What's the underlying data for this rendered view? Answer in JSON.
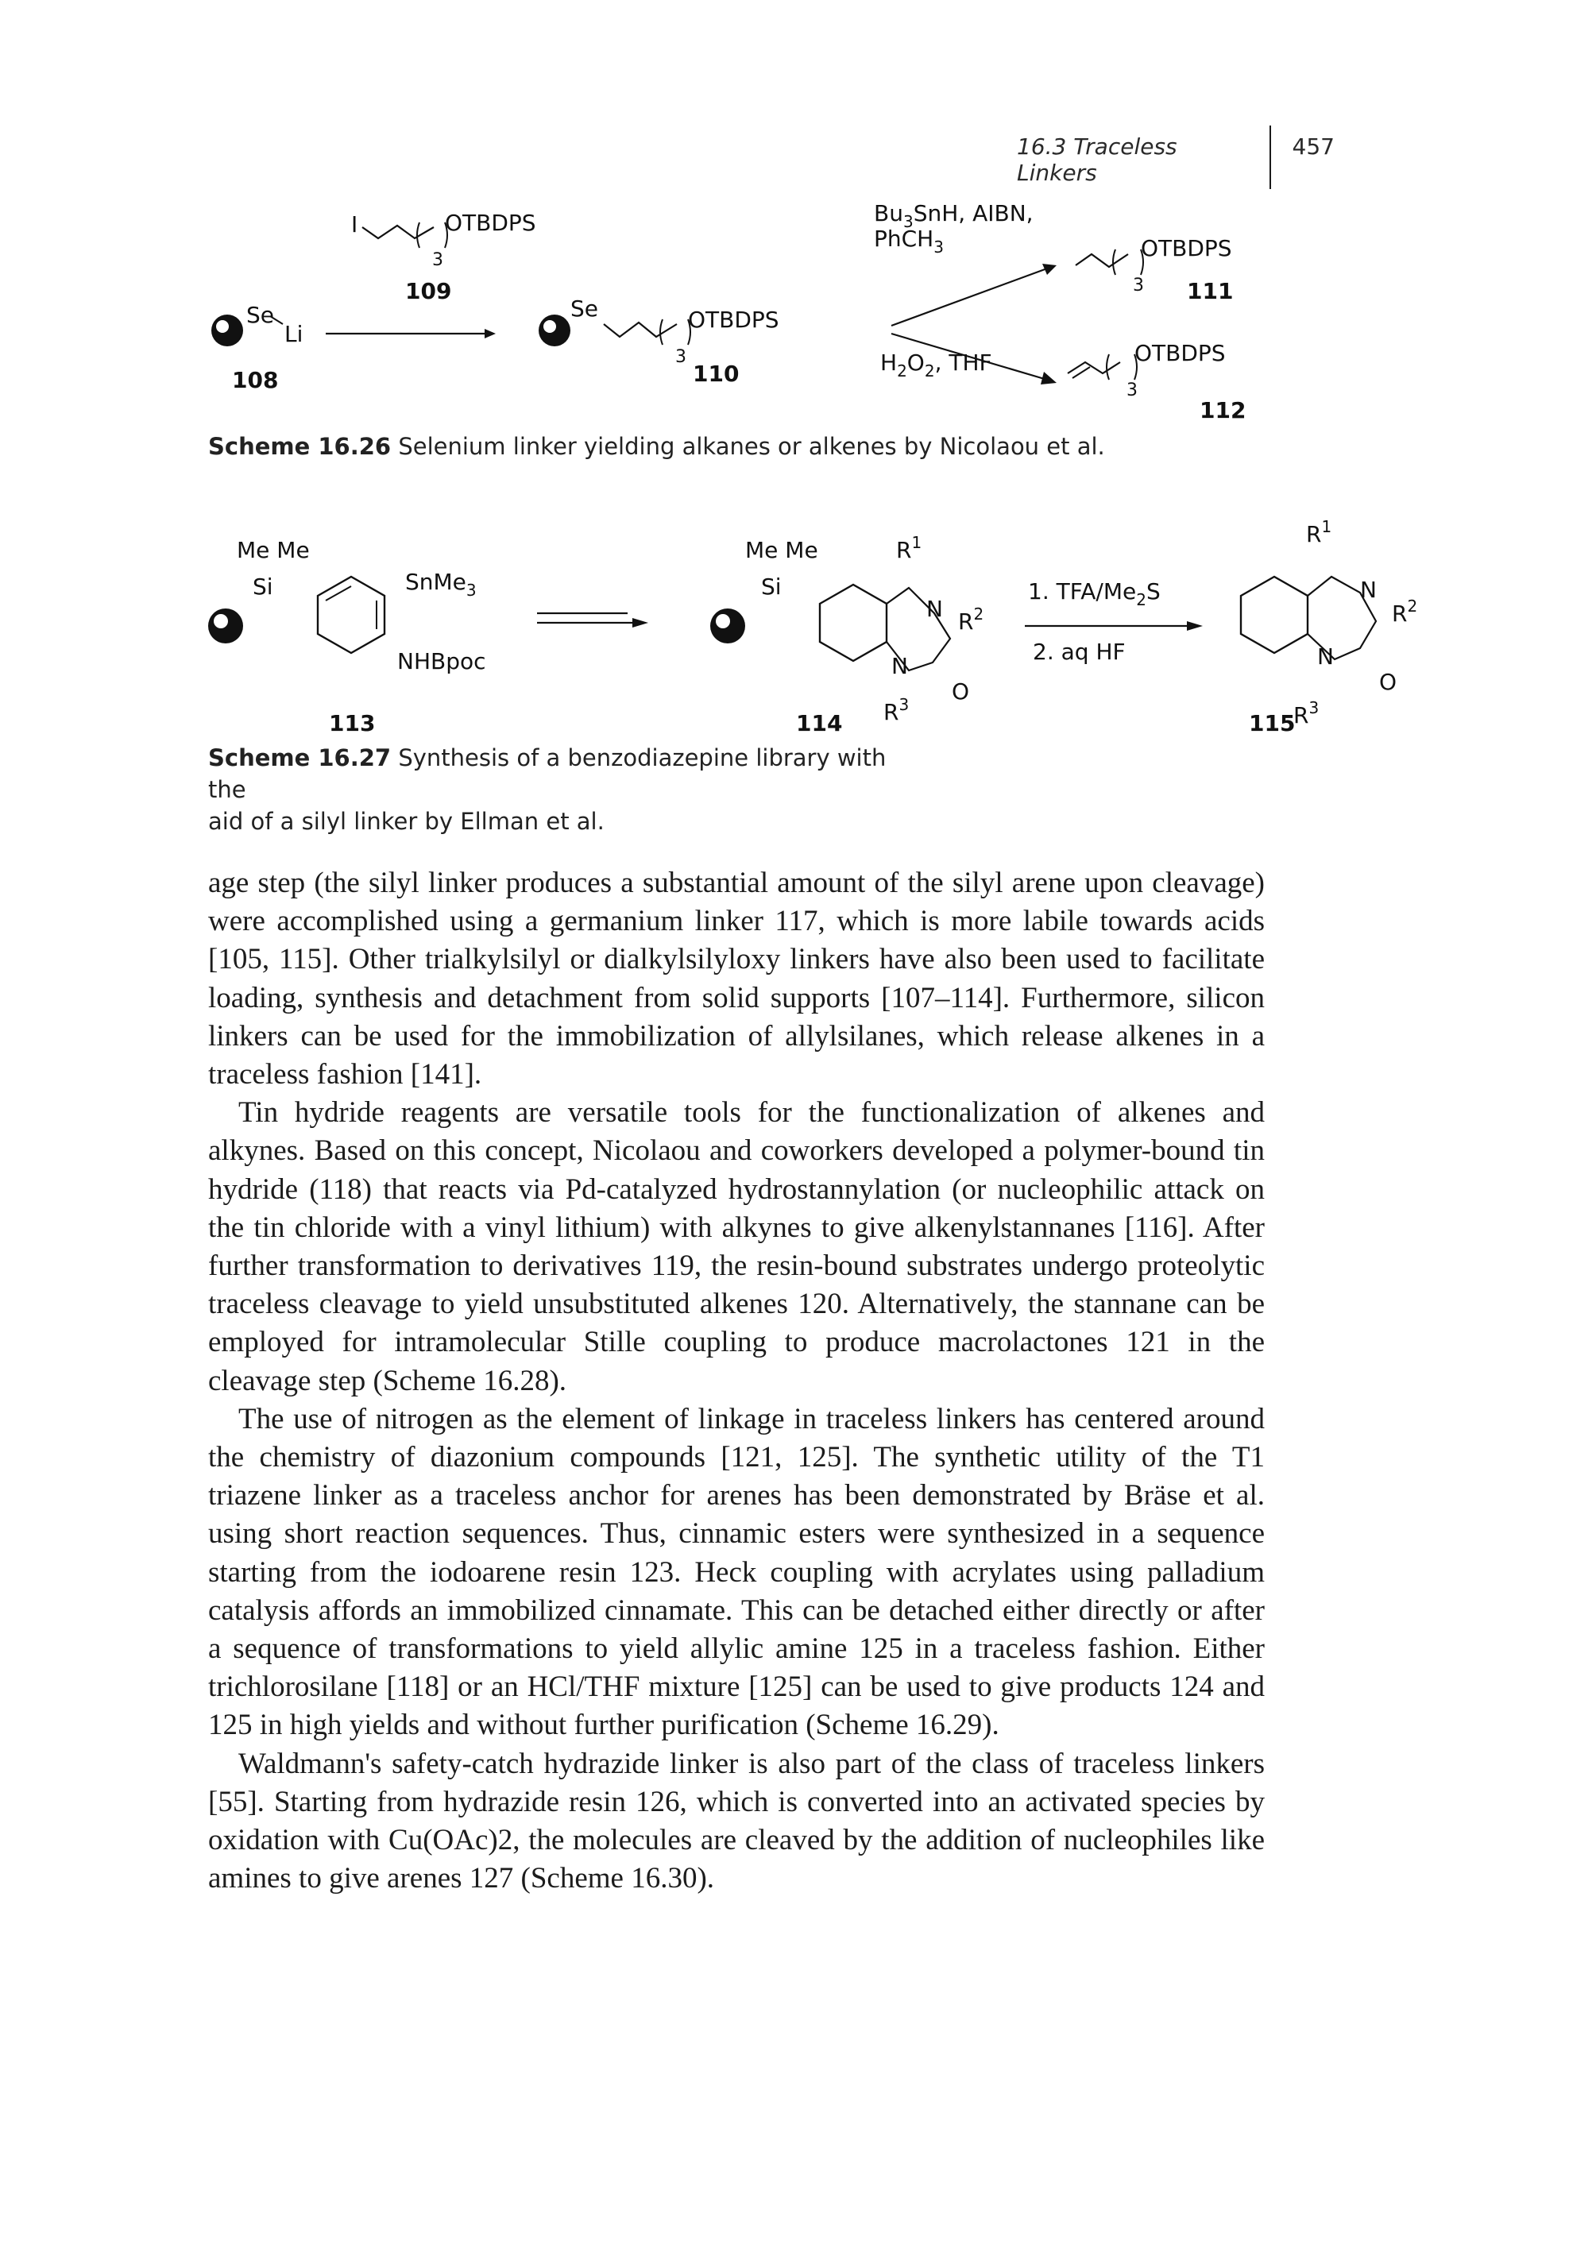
{
  "header": {
    "running_title": "16.3 Traceless Linkers",
    "page_number": "457"
  },
  "scheme_16_26": {
    "caption_label": "Scheme 16.26",
    "caption_text": "Selenium linker yielding alkanes or alkenes by Nicolaou et al.",
    "compounds": {
      "c108": "108",
      "c109": "109",
      "c110": "110",
      "c111": "111",
      "c112": "112"
    },
    "labels": {
      "se_li_se": "Se",
      "se_li_li": "Li",
      "reagent_iodide": "OTBDPS",
      "reagent_i": "I",
      "sub3": "3",
      "se_110": "Se",
      "otbdps_110": "OTBDPS",
      "cond_top_1": "Bu3SnH, AIBN,",
      "cond_top_2": "PhCH3",
      "cond_bottom": "H2O2, THF",
      "otbdps_111": "OTBDPS",
      "otbdps_112": "OTBDPS"
    }
  },
  "scheme_16_27": {
    "caption_label": "Scheme 16.27",
    "caption_text_line1": "Synthesis of a benzodiazepine library with the",
    "caption_text_line2": "aid of a silyl linker by Ellman et al.",
    "compounds": {
      "c113": "113",
      "c114": "114",
      "c115": "115"
    },
    "labels": {
      "me_me": "Me Me",
      "si": "Si",
      "snme3": "SnMe3",
      "nhbpoc": "NHBpoc",
      "r1": "R1",
      "r2": "R2",
      "r3": "R3",
      "n": "N",
      "o": "O",
      "cond_1": "1. TFA/Me2S",
      "cond_2": "2. aq HF"
    }
  },
  "body": {
    "paragraphs": [
      "age step (the silyl linker produces a substantial amount of the silyl arene upon cleavage) were accomplished using a germanium linker 117, which is more labile towards acids [105, 115]. Other trialkylsilyl or dialkylsilyloxy linkers have also been used to facilitate loading, synthesis and detachment from solid supports [107–114]. Furthermore, silicon linkers can be used for the immobilization of allylsilanes, which release alkenes in a traceless fashion [141].",
      "Tin hydride reagents are versatile tools for the functionalization of alkenes and alkynes. Based on this concept, Nicolaou and coworkers developed a polymer-bound tin hydride (118) that reacts via Pd-catalyzed hydrostannylation (or nucleophilic attack on the tin chloride with a vinyl lithium) with alkynes to give alkenylstannanes [116]. After further transformation to derivatives 119, the resin-bound substrates undergo proteolytic traceless cleavage to yield unsubstituted alkenes 120. Alternatively, the stannane can be employed for intramolecular Stille coupling to produce macrolactones 121 in the cleavage step (Scheme 16.28).",
      "The use of nitrogen as the element of linkage in traceless linkers has centered around the chemistry of diazonium compounds [121, 125]. The synthetic utility of the T1 triazene linker as a traceless anchor for arenes has been demonstrated by Bräse et al. using short reaction sequences. Thus, cinnamic esters were synthesized in a sequence starting from the iodoarene resin 123. Heck coupling with acrylates using palladium catalysis affords an immobilized cinnamate. This can be detached either directly or after a sequence of transformations to yield allylic amine 125 in a traceless fashion. Either trichlorosilane [118] or an HCl/THF mixture [125] can be used to give products 124 and 125 in high yields and without further purification (Scheme 16.29).",
      "Waldmann's safety-catch hydrazide linker is also part of the class of traceless linkers [55]. Starting from hydrazide resin 126, which is converted into an activated species by oxidation with Cu(OAc)2, the molecules are cleaved by the addition of nucleophiles like amines to give arenes 127 (Scheme 16.30)."
    ]
  }
}
